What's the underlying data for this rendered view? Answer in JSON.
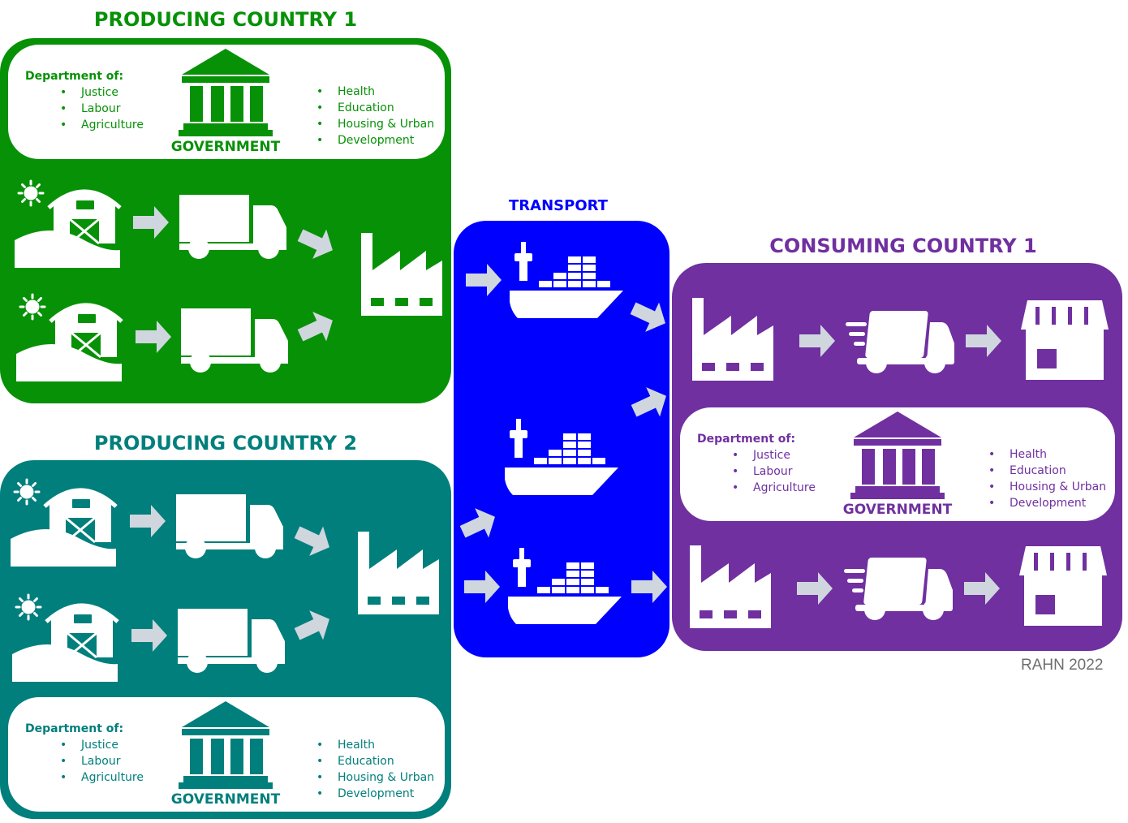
{
  "producing_country_1": {
    "title": "PRODUCING COUNTRY 1",
    "color": "#079107",
    "government": {
      "department_title": "Department of:",
      "departments": [
        "Justice",
        "Labour",
        "Agriculture"
      ],
      "label": "GOVERNMENT",
      "services": [
        "Health",
        "Education",
        "Housing & Urban",
        "Development"
      ]
    }
  },
  "producing_country_2": {
    "title": "PRODUCING COUNTRY 2",
    "color": "#007f7c",
    "government": {
      "department_title": "Department of:",
      "departments": [
        "Justice",
        "Labour",
        "Agriculture"
      ],
      "label": "GOVERNMENT",
      "services": [
        "Health",
        "Education",
        "Housing & Urban",
        "Development"
      ]
    }
  },
  "transport": {
    "title": "TRANSPORT",
    "color": "#0000ff"
  },
  "consuming_country_1": {
    "title": "CONSUMING COUNTRY 1",
    "color": "#7030a0",
    "government": {
      "department_title": "Department of:",
      "departments": [
        "Justice",
        "Labour",
        "Agriculture"
      ],
      "label": "GOVERNMENT",
      "services": [
        "Health",
        "Education",
        "Housing & Urban",
        "Development"
      ]
    }
  },
  "arrow_color": "#d0d6de",
  "credit": "RAHN 2022",
  "icons": [
    "farm-icon",
    "truck-icon",
    "factory-icon",
    "cargo-ship-icon",
    "delivery-truck-icon",
    "store-icon",
    "government-building-icon",
    "arrow-icon"
  ]
}
